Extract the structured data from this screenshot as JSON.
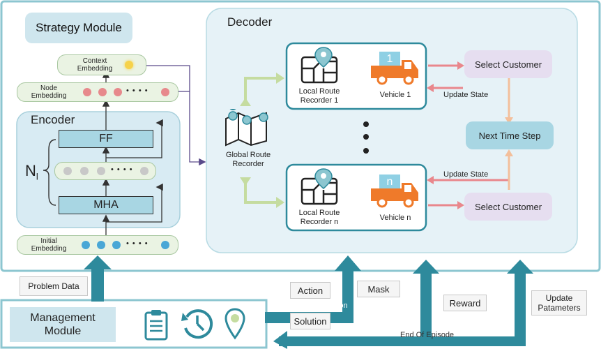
{
  "strategy": {
    "title": "Strategy Module",
    "context_embedding": "Context\nEmbedding",
    "node_embedding": "Node\nEmbedding",
    "encoder_title": "Encoder",
    "ff": "FF",
    "mha": "MHA",
    "nl_main": "N",
    "nl_sub": "l",
    "initial_embedding": "Initial\nEmbedding",
    "ellipsis": "• • • •"
  },
  "decoder": {
    "title": "Decoder",
    "global_route_recorder": "Global Route\nRecorder",
    "local_route_recorder_1": "Local Route\nRecorder 1",
    "local_route_recorder_n": "Local Route\nRecorder n",
    "vehicle_1": "Vehicle 1",
    "vehicle_n": "Vehicle n",
    "vehicle_1_badge": "1",
    "vehicle_n_badge": "n",
    "select_customer_top": "Select Customer",
    "select_customer_bottom": "Select Customer",
    "next_time_step": "Next Time Step",
    "update_state_top": "Update State",
    "update_state_bottom": "Update State"
  },
  "management": {
    "title": "Management\nModule",
    "problem_data": "Problem Data",
    "action": "Action",
    "mask": "Mask",
    "after_each_decision": "After Each Decision",
    "solution": "Solution",
    "reward": "Reward",
    "update_parameters": "Update\nPatameters",
    "end_of_episode": "End Of Episode"
  },
  "colors": {
    "teal_dark": "#2e8a9c",
    "teal_border": "#8cc6d0",
    "panel_bg": "#e6f2f7",
    "embed_bg": "#eaf3e3",
    "lavender": "#e6def0",
    "next_step_bg": "#cfe6ee",
    "orange": "#ef7a2a",
    "pink_arrow": "#e9878c",
    "peach_arrow": "#f3bf9b",
    "green_arrow": "#c5dca0"
  }
}
